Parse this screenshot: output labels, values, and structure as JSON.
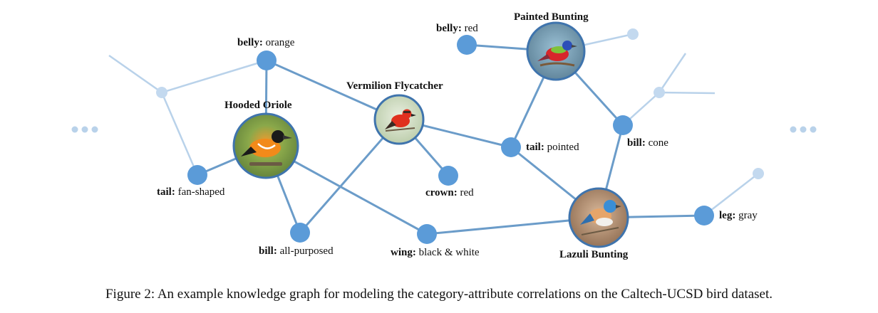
{
  "categories": {
    "hooded_oriole": "Hooded Oriole",
    "vermilion_flycatcher": "Vermilion Flycatcher",
    "painted_bunting": "Painted Bunting",
    "lazuli_bunting": "Lazuli Bunting"
  },
  "attributes": {
    "belly_orange": {
      "name": "belly:",
      "value": "orange"
    },
    "belly_red": {
      "name": "belly:",
      "value": "red"
    },
    "tail_fan": {
      "name": "tail:",
      "value": "fan-shaped"
    },
    "tail_pointed": {
      "name": "tail:",
      "value": "pointed"
    },
    "crown_red": {
      "name": "crown:",
      "value": "red"
    },
    "bill_cone": {
      "name": "bill:",
      "value": "cone"
    },
    "bill_all": {
      "name": "bill:",
      "value": "all-purposed"
    },
    "wing_bw": {
      "name": "wing:",
      "value": "black & white"
    },
    "leg_gray": {
      "name": "leg:",
      "value": "gray"
    }
  },
  "ellipsis": {
    "left": "...",
    "right": "..."
  },
  "caption": "Figure 2: An example knowledge graph for modeling the category-attribute correlations on the Caltech-UCSD bird dataset.",
  "colors": {
    "edge": "#6b9cc9",
    "edge_faint": "#b9d2ea",
    "node": "#5b9bd8",
    "node_faint": "#c3d9ef",
    "category_ring": "#3f74ad"
  }
}
